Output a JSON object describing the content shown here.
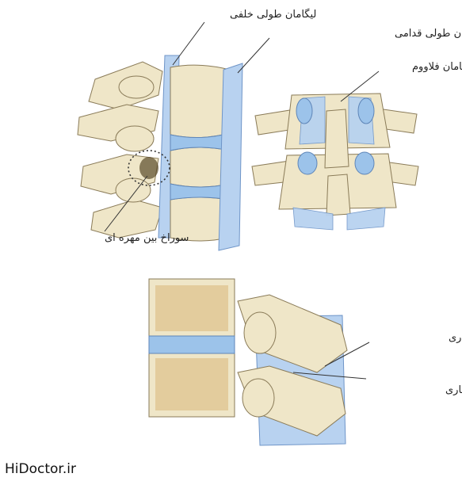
{
  "labels": {
    "posterior_longitudinal": "لیگامان طولی خلفی",
    "anterior_longitudinal": "لیگامان طولی قدامی",
    "flavum": "لیگامان فلاووم",
    "intervertebral_foramen": "سوراخ بین مهره ای",
    "interspinous_1": "لیگامان بین خاری",
    "interspinous_2": "لیگامان بین خاری"
  },
  "watermark": "HiDoctor.ir",
  "colors": {
    "bone": "#efe6c8",
    "bone_shadow": "#cdbf95",
    "bone_outline": "#8a7b58",
    "disc": "#9cc3ea",
    "ligament": "#b8d2f0",
    "ligament_line": "#6f95c8",
    "cancellous": "#d9b77a"
  }
}
